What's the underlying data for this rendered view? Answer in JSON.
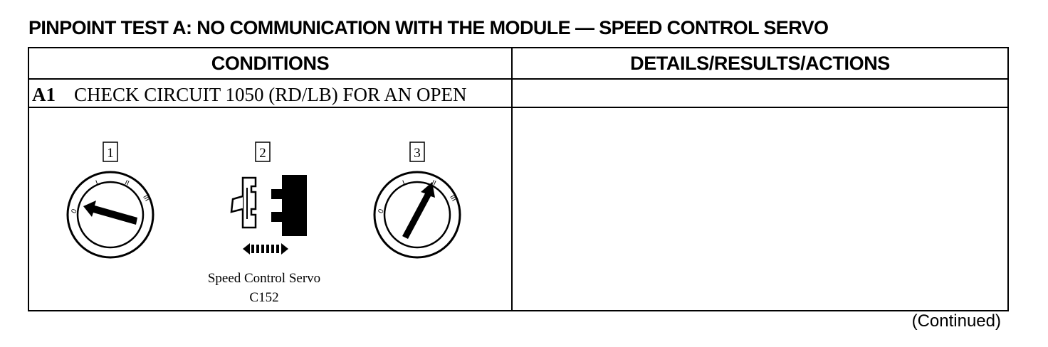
{
  "document": {
    "title": "PINPOINT TEST A:  NO COMMUNICATION WITH THE MODULE — SPEED CONTROL SERVO",
    "headers": {
      "conditions": "CONDITIONS",
      "details": "DETAILS/RESULTS/ACTIONS"
    },
    "step": {
      "id": "A1",
      "text": "CHECK CIRCUIT 1050 (RD/LB) FOR AN OPEN"
    },
    "figure": {
      "step_numbers": [
        "1",
        "2",
        "3"
      ],
      "ignition_labels": [
        "0",
        "I",
        "II",
        "III"
      ],
      "caption_line1": "Speed Control Servo",
      "caption_line2": "C152"
    },
    "footer": "(Continued)"
  }
}
